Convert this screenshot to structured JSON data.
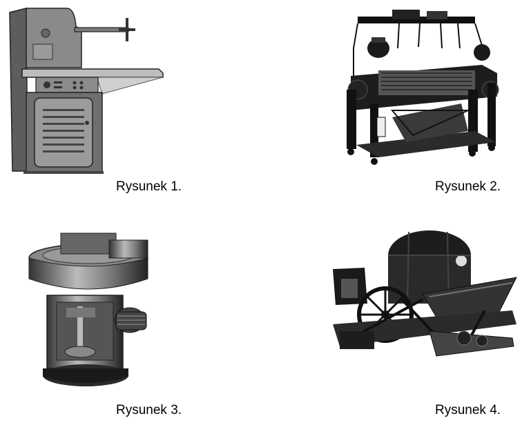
{
  "figures": [
    {
      "caption": "Rysunek 1."
    },
    {
      "caption": "Rysunek 2."
    },
    {
      "caption": "Rysunek 3."
    },
    {
      "caption": "Rysunek 4."
    }
  ]
}
